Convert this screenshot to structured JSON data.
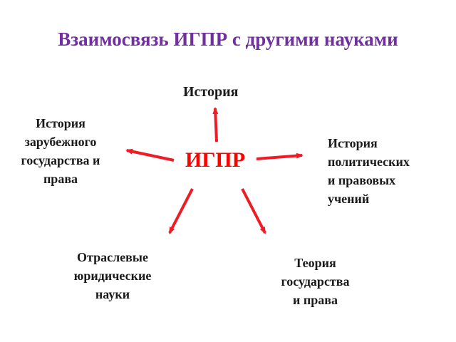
{
  "title": "Взаимосвязь ИГПР с другими науками",
  "colors": {
    "title": "#7030a0",
    "center": "#ff0000",
    "arrow": "#ee1c24",
    "text": "#1a1a1a"
  },
  "center": "ИГПР",
  "nodes": {
    "history": [
      "История"
    ],
    "foreign_history": [
      "История",
      "зарубежного",
      "государства и",
      "права"
    ],
    "political_doctrines": [
      "История",
      "политических",
      "и правовых",
      "учений"
    ],
    "branch_sciences": [
      "Отраслевые",
      "юридические",
      "науки"
    ],
    "state_theory": [
      "Теория",
      "государства",
      "и права"
    ]
  }
}
